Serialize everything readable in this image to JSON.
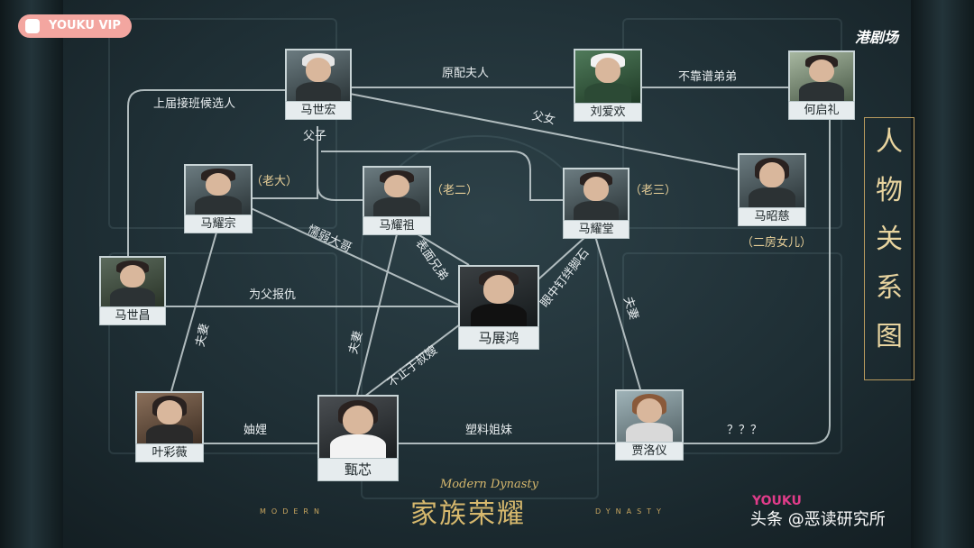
{
  "brand": {
    "vip_label": "YOUKU VIP",
    "channel_logo": "港剧场"
  },
  "side_title": [
    "人",
    "物",
    "关",
    "系",
    "图"
  ],
  "show": {
    "title_cn": "家族荣耀",
    "title_en_script": "Modern Dynasty",
    "spaced_left": "MODERN",
    "spaced_right": "DYNASTY"
  },
  "watermark": {
    "text": "头条 @恶读研究所",
    "faint_logo": "YOUKU"
  },
  "people": {
    "ma_shihong": "马世宏",
    "liu_aihuan": "刘爱欢",
    "he_qili": "何启礼",
    "ma_yaozong": "马耀宗",
    "ma_yaozu": "马耀祖",
    "ma_yaotang": "马耀堂",
    "ma_zhaoci": "马昭慈",
    "ma_shichang": "马世昌",
    "ma_zhanhong": "马展鸿",
    "ye_caiwei": "叶彩薇",
    "zhen_xin": "甄芯",
    "jia_luoyi": "贾洛仪"
  },
  "tags": {
    "eldest": "（老大）",
    "second": "（老二）",
    "third": "（老三）",
    "second_house_daughter": "（二房女儿）"
  },
  "relations": {
    "first_wife": "原配夫人",
    "unreliable_brother": "不靠谱弟弟",
    "previous_successor": "上届接班候选人",
    "father_daughter": "父女",
    "father_son": "父子",
    "weak_brother": "懦弱大哥",
    "surface_brothers": "表面兄弟",
    "stepping_stone": "眼中钉绊脚石",
    "revenge": "为父报仇",
    "spouse_left": "夫妻",
    "spouse_mid": "夫妻",
    "spouse_right": "夫妻",
    "more_than_inlaw": "不止于叔嫂",
    "sisters_in_law": "妯娌",
    "plastic_sisters": "塑料姐妹",
    "unknown": "？？？"
  }
}
